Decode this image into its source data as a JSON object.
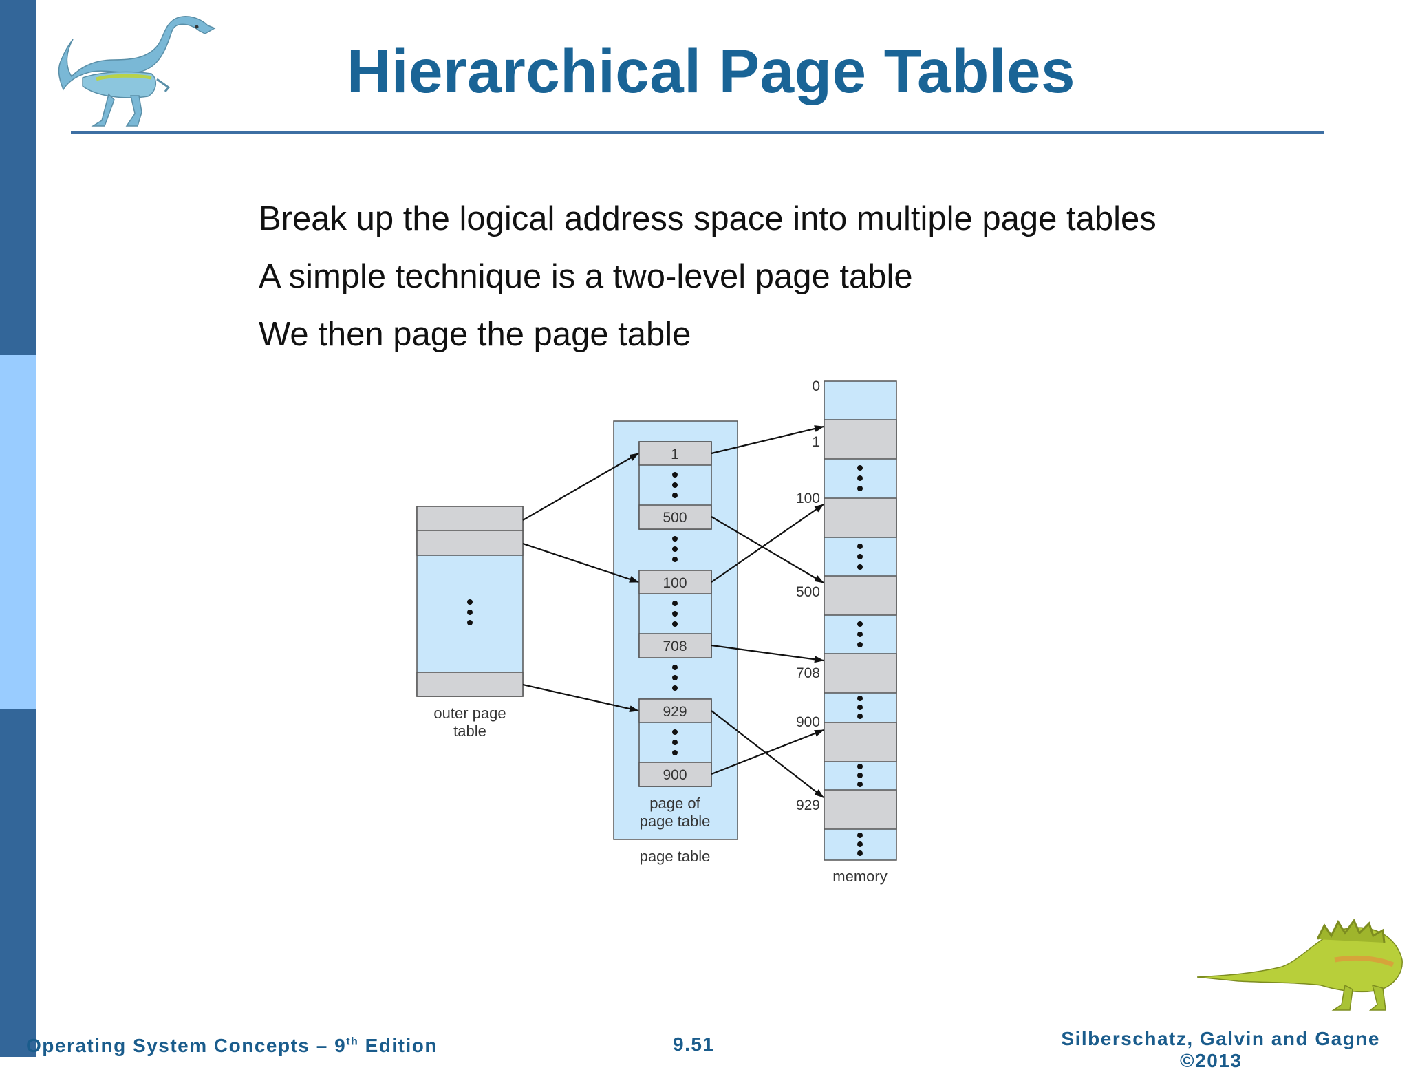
{
  "slide": {
    "title": "Hierarchical Page Tables",
    "bullets": [
      "Break up the logical address space into multiple page tables",
      "A simple technique is a two-level page table",
      "We then page the page table"
    ]
  },
  "diagram": {
    "outer_label_1": "outer page",
    "outer_label_2": "table",
    "page_of_label_1": "page of",
    "page_of_label_2": "page table",
    "page_table_label": "page table",
    "memory_label": "memory",
    "page_table_entries": [
      "1",
      "500",
      "100",
      "708",
      "929",
      "900"
    ],
    "memory_addresses": [
      "0",
      "1",
      "100",
      "500",
      "708",
      "900",
      "929"
    ]
  },
  "footer": {
    "left_text": "Operating System Concepts – 9",
    "left_sup": "th",
    "left_suffix": " Edition",
    "page_number": "9.51",
    "authors": "Silberschatz, Galvin and Gagne",
    "copyright": "©2013"
  },
  "colors": {
    "sidebar_dark": "#336699",
    "sidebar_light": "#99ccff",
    "title": "#1a6496",
    "box_fill": "#c9e7fb",
    "entry_fill": "#d2d3d6"
  }
}
